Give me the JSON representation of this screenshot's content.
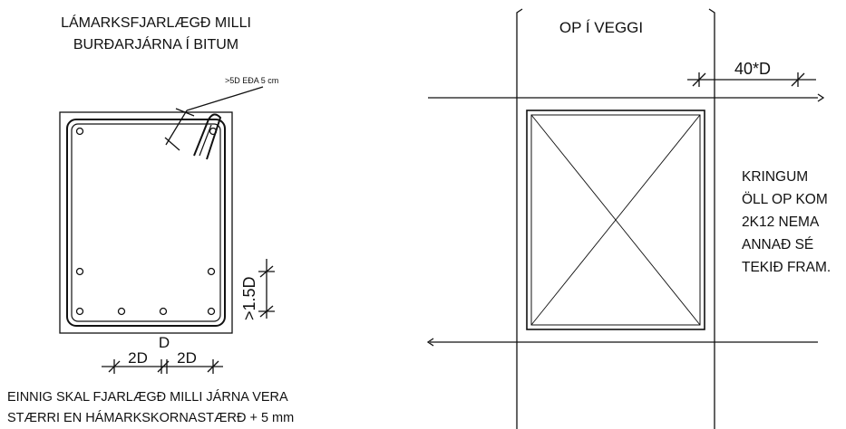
{
  "left_detail": {
    "title_line1": "LÁMARKSFJARLÆGÐ MILLI",
    "title_line2": "BURÐARJÁRNA Í BITUM",
    "cover_note": ">5D EÐA 5 cm",
    "vertical_spacing": ">1.5D",
    "bar_diameter": "D",
    "horizontal_spacing_left": "2D",
    "horizontal_spacing_right": "2D",
    "note_line1": "EINNIG SKAL FJARLÆGÐ MILLI JÁRNA VERA",
    "note_line2": "STÆRRI EN HÁMARKSKORNASTÆRÐ + 5 mm"
  },
  "right_detail": {
    "title": "OP Í VEGGI",
    "anchorage_length": "40*D",
    "note_lines": [
      "KRINGUM",
      "ÖLL OP KOM",
      "2K12 NEMA",
      "ANNAÐ SÉ",
      "TEKIÐ FRAM."
    ]
  },
  "colors": {
    "ink": "#111111",
    "background": "#ffffff"
  }
}
